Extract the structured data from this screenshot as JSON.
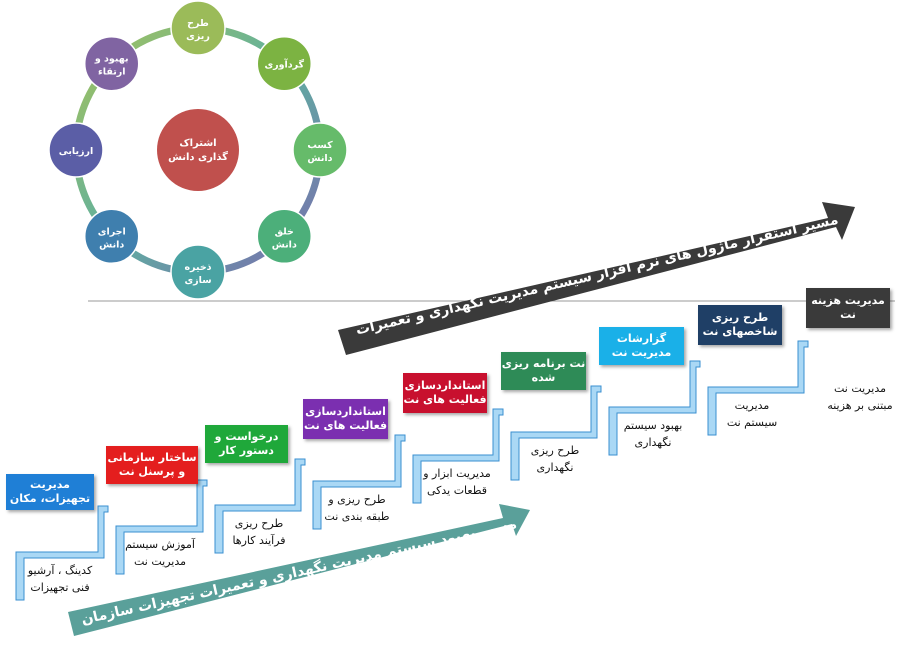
{
  "cycle": {
    "center": {
      "lines": [
        "اشتراک",
        "گذاری دانش"
      ],
      "color": "#c0504d"
    },
    "nodes": [
      {
        "key": "planning",
        "lines": [
          "طرح",
          "ریزی"
        ],
        "color": "#9bbb59"
      },
      {
        "key": "gathering",
        "lines": [
          "گردآوری"
        ],
        "color": "#7cb342"
      },
      {
        "key": "acquire",
        "lines": [
          "کسب",
          "دانش"
        ],
        "color": "#66bb6a"
      },
      {
        "key": "create",
        "lines": [
          "خلق",
          "دانش"
        ],
        "color": "#4caf7a"
      },
      {
        "key": "store",
        "lines": [
          "ذخیره",
          "سازی"
        ],
        "color": "#4aa3a3"
      },
      {
        "key": "implement",
        "lines": [
          "اجرای",
          "دانش"
        ],
        "color": "#3f7fae"
      },
      {
        "key": "evaluate",
        "lines": [
          "ارزیابی"
        ],
        "color": "#5b5ea6"
      },
      {
        "key": "improve",
        "lines": [
          "بهبود و",
          "ارتقاء"
        ],
        "color": "#8064a2"
      }
    ]
  },
  "arrows": {
    "upper": {
      "label": "مسیر استقرار ماژول های نرم افزار سیستم مدیریت نگهداری و تعمیرات",
      "color": "#3a3a3a"
    },
    "lower": {
      "label": "مسیر بهبود سیستم مدیریت نگهداری و تعمیرات تجهیزات سازمان",
      "color": "#5aa09a"
    }
  },
  "steps": [
    {
      "title": "مدیریت\nتجهیزات، مکان",
      "color": "#1f7fd6",
      "desc": "کدینگ ، آرشیو\nفنی تجهیزات"
    },
    {
      "title": "ساختار سازمانی\nو پرسنل نت",
      "color": "#e41e1e",
      "desc": "آموزش سیستم\nمدیریت نت"
    },
    {
      "title": "درخواست و\nدستور کار",
      "color": "#1fa83a",
      "desc": "طرح ریزی\nفرآیند کارها"
    },
    {
      "title": "استانداردسازی\nفعالیت های نت",
      "color": "#7b2fb0",
      "desc": "طرح ریزی و\nطبقه بندی نت"
    },
    {
      "title": "استانداردسازی\nفعالیت های نت",
      "color": "#c8102e",
      "desc": "مدیریت ابزار و\nقطعات یدکی"
    },
    {
      "title": "نت برنامه ریزی\nشده",
      "color": "#2e8b57",
      "desc": "طرح ریزی\nنگهداری"
    },
    {
      "title": "گزارشات\nمدیریت نت",
      "color": "#1ab0e8",
      "desc": "بهبود سیستم\nنگهداری"
    },
    {
      "title": "طرح ریزی\nشاخصهای نت",
      "color": "#1f3f66",
      "desc": "مدیریت\nسیستم نت"
    },
    {
      "title": "مدیریت هزینه\nنت",
      "color": "#3a3a3a",
      "desc": "مدیریت نت\nمبتنی بر هزینه"
    }
  ]
}
